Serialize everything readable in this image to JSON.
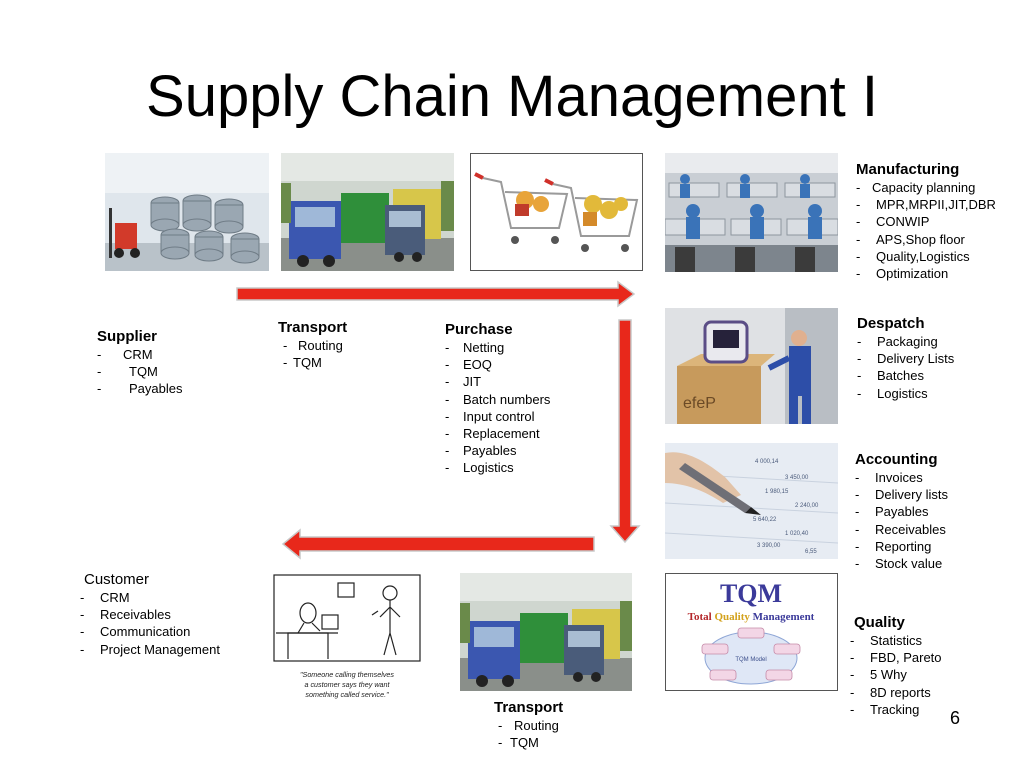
{
  "title": "Supply Chain Management I",
  "page_number": "6",
  "colors": {
    "arrow": "#e8281b",
    "arrow_outline": "#c8c8c8"
  },
  "supplier": {
    "heading": "Supplier",
    "items": [
      "CRM",
      "TQM",
      "Payables"
    ]
  },
  "transport_top": {
    "heading": "Transport",
    "items": [
      "Routing",
      "TQM"
    ]
  },
  "purchase": {
    "heading": "Purchase",
    "items": [
      "Netting",
      "EOQ",
      "JIT",
      "Batch numbers",
      "Input control",
      "Replacement",
      "Payables",
      "Logistics"
    ]
  },
  "manufacturing": {
    "heading": "Manufacturing",
    "items": [
      "Capacity planning",
      "MPR,MRPII,JIT,DBR",
      "CONWIP",
      "APS,Shop floor",
      "Quality,Logistics",
      "Optimization"
    ]
  },
  "despatch": {
    "heading": "Despatch",
    "items": [
      "Packaging",
      "Delivery Lists",
      "Batches",
      "Logistics"
    ]
  },
  "accounting": {
    "heading": "Accounting",
    "items": [
      "Invoices",
      "Delivery lists",
      "Payables",
      "Receivables",
      "Reporting",
      "Stock value"
    ]
  },
  "quality": {
    "heading": "Quality",
    "items": [
      "Statistics",
      "FBD, Pareto",
      "5 Why",
      "8D reports",
      "Tracking"
    ]
  },
  "customer": {
    "heading": "Customer",
    "items": [
      "CRM",
      "Receivables",
      "Communication",
      "Project Management"
    ]
  },
  "transport_bottom": {
    "heading": "Transport",
    "items": [
      "Routing",
      "TQM"
    ]
  },
  "cartoon": {
    "caption_line1": "\"Someone calling themselves",
    "caption_line2": "a customer says they want",
    "caption_line3": "something called service.\""
  },
  "tqm_logo": {
    "word": "TQM",
    "tagline_1": "Total ",
    "tagline_2": "Quality ",
    "tagline_3": "Management",
    "center_label": "TQM Model"
  }
}
